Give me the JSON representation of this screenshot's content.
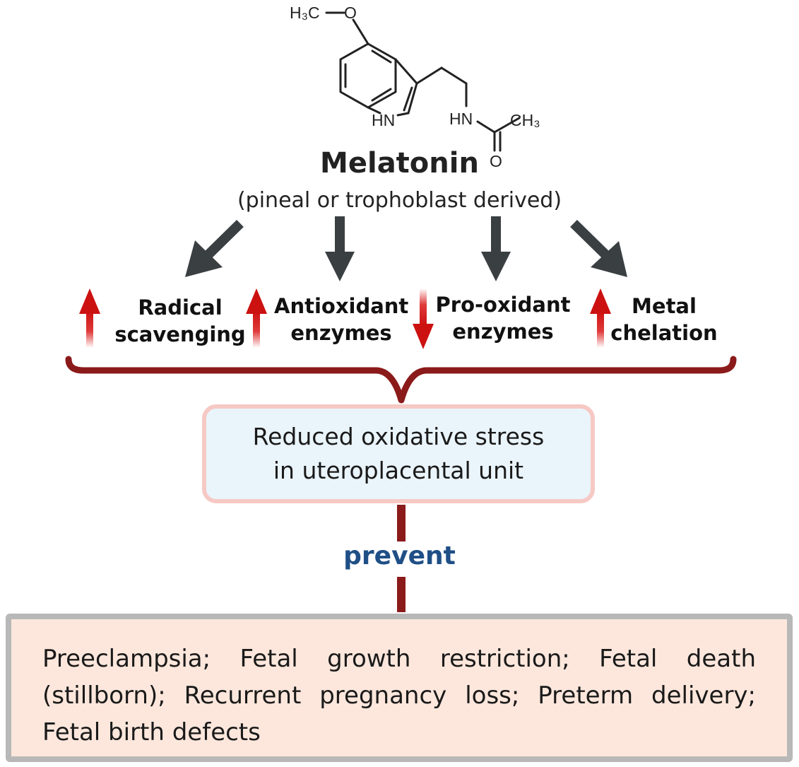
{
  "structure": {
    "labels": {
      "methoxy": "H₃C",
      "oxygen_top": "O",
      "nh_ring": "HN",
      "nh_chain": "HN",
      "methyl": "CH₃",
      "oxygen_carbonyl": "O"
    }
  },
  "compound": {
    "name": "Melatonin",
    "source": "(pineal or trophoblast derived)"
  },
  "mechanisms": [
    {
      "line1": "Radical",
      "line2": "scavenging",
      "direction": "up"
    },
    {
      "line1": "Antioxidant",
      "line2": "enzymes",
      "direction": "up"
    },
    {
      "line1": "Pro-oxidant",
      "line2": "enzymes",
      "direction": "down"
    },
    {
      "line1": "Metal",
      "line2": "chelation",
      "direction": "up"
    }
  ],
  "outcome": {
    "line1": "Reduced oxidative stress",
    "line2": "in uteroplacental unit"
  },
  "connector_label": "prevent",
  "conditions": "Preeclampsia; Fetal growth restriction; Fetal death (stillborn); Recurrent pregnancy loss; Preterm delivery; Fetal birth defects",
  "colors": {
    "flow_arrow": "#3a3f42",
    "change_arrow": "#d11414",
    "bracket": "#8b1a1a",
    "outcome_fill": "#eaf4fb",
    "outcome_border": "#f6c9c4",
    "prevent_text": "#1f4f86",
    "conditions_fill": "#fde7dc",
    "conditions_border": "#b8b8b8"
  }
}
